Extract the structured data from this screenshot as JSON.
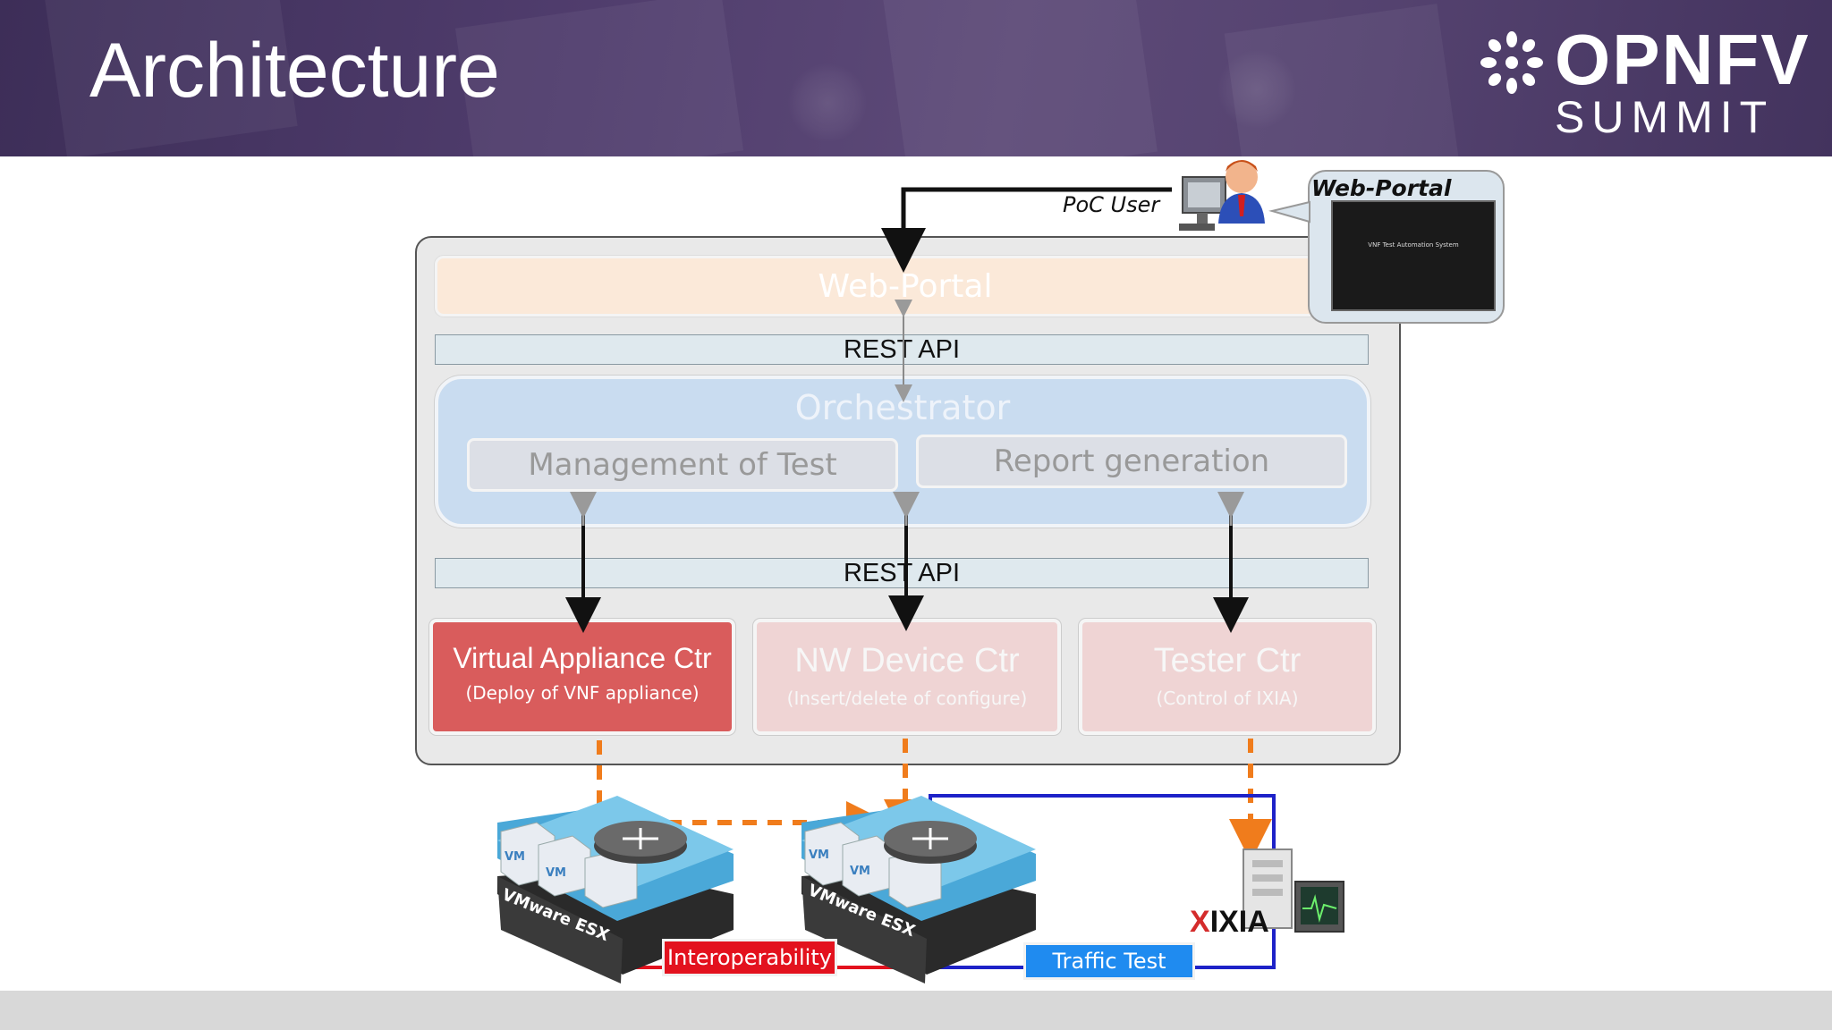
{
  "slide": {
    "title": "Architecture",
    "logo": {
      "main": "OPNFV",
      "sub": "SUMMIT"
    }
  },
  "diagram": {
    "poc_user_label": "PoC User",
    "web_portal_bubble_label": "Web-Portal",
    "web_portal_screen_text": "VNF Test Automation System",
    "web_portal_layer": "Web-Portal",
    "rest_api_top": "REST API",
    "orchestrator": {
      "title": "Orchestrator",
      "modules": [
        "Management of Test",
        "Report generation"
      ]
    },
    "rest_api_bottom": "REST API",
    "controllers": [
      {
        "title": "Virtual Appliance Ctr",
        "subtitle": "(Deploy of VNF appliance)"
      },
      {
        "title": "NW Device Ctr",
        "subtitle": "(Insert/delete of configure)"
      },
      {
        "title": "Tester Ctr",
        "subtitle": "(Control of IXIA)"
      }
    ],
    "labels": {
      "interoperability": "Interoperability",
      "traffic_test": "Traffic Test",
      "ixia_x": "X",
      "ixia_text": "IXIA",
      "vmware_esx": "VMware ESX",
      "vm": "VM"
    }
  },
  "colors": {
    "active_controller": "#d95c5c",
    "faded_controller": "#efd4d4",
    "orchestrator_fill": "#c9dcf0",
    "interoperability_tag": "#e3121e",
    "traffic_tag": "#1f8bf0",
    "dashed_arrow": "#f07c1c",
    "traffic_line": "#1e22c8",
    "interop_line": "#e3121e"
  }
}
